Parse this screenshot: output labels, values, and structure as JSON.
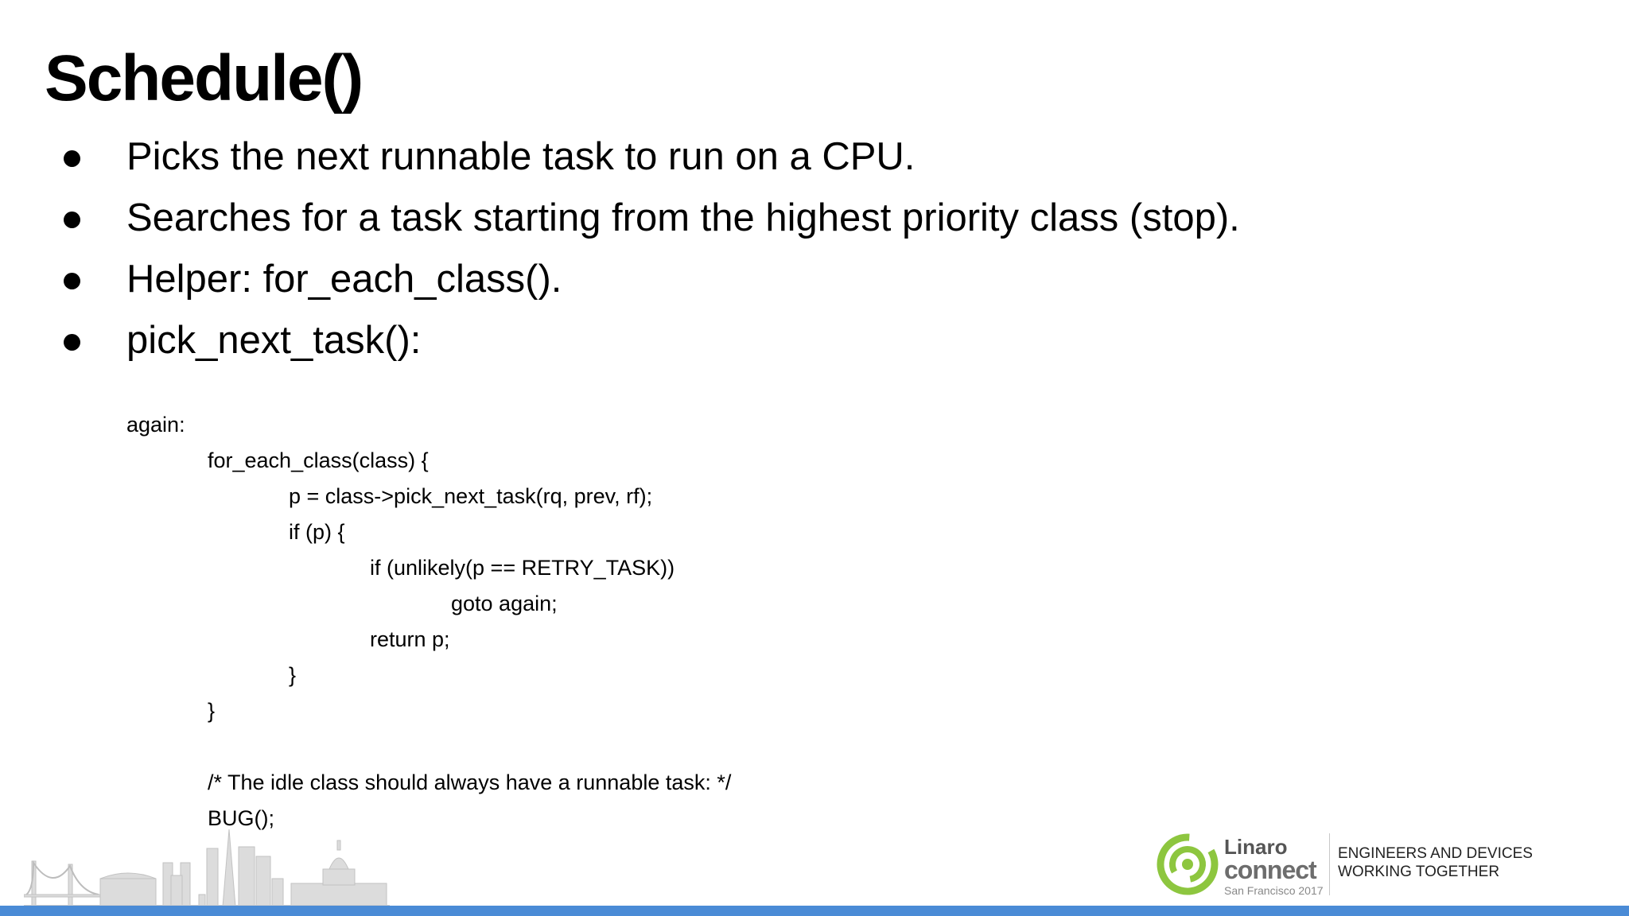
{
  "slide": {
    "title": "Schedule()",
    "bullets": [
      "Picks the next runnable task to run on a CPU.",
      "Searches for a task starting from the highest priority class (stop).",
      "Helper: for_each_class().",
      "pick_next_task():"
    ],
    "code_lines": [
      {
        "indent": 0,
        "text": "again:"
      },
      {
        "indent": 1,
        "text": "for_each_class(class) {"
      },
      {
        "indent": 2,
        "text": "p = class->pick_next_task(rq, prev, rf);"
      },
      {
        "indent": 2,
        "text": "if (p) {"
      },
      {
        "indent": 3,
        "text": "if (unlikely(p == RETRY_TASK))"
      },
      {
        "indent": 4,
        "text": "goto again;"
      },
      {
        "indent": 3,
        "text": "return p;"
      },
      {
        "indent": 2,
        "text": "}"
      },
      {
        "indent": 1,
        "text": "}"
      },
      {
        "indent": 0,
        "text": ""
      },
      {
        "indent": 1,
        "text": "/* The idle class should always have a runnable task: */"
      },
      {
        "indent": 1,
        "text": "BUG();"
      }
    ]
  },
  "footer": {
    "brand_top": "Linaro",
    "brand_main": "connect",
    "brand_sub": "San Francisco 2017",
    "tagline_line1": "ENGINEERS AND DEVICES",
    "tagline_line2": "WORKING TOGETHER",
    "logo_color": "#8dc63f",
    "bar_color": "#4a8bd6"
  }
}
